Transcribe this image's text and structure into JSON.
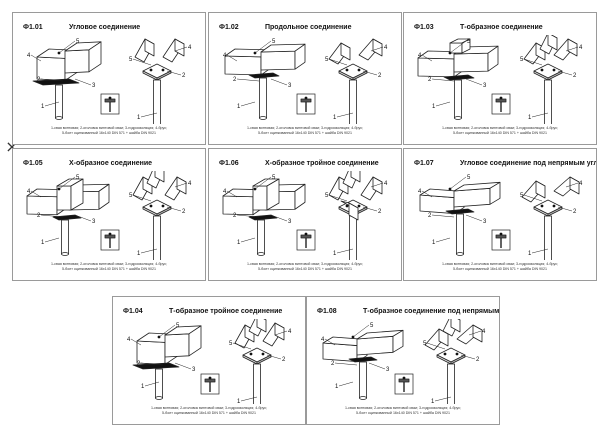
{
  "close_icon": "×",
  "caption": {
    "line1": "1-свая винтовая; 2-оголовок винтовой сваи; 3-гидроизоляция; 4-брус;",
    "line2": "5-болт оцинкованный 16х140 DIN 571 + шайба DIN 9021"
  },
  "cards": [
    {
      "code": "Ф1.01",
      "title": "Угловое соединение"
    },
    {
      "code": "Ф1.02",
      "title": "Продольное соединение"
    },
    {
      "code": "Ф1.03",
      "title": "Т-образное соединение"
    },
    {
      "code": "Ф1.05",
      "title": "Х-образное соединение"
    },
    {
      "code": "Ф1.06",
      "title": "Х-образное тройное соединение"
    },
    {
      "code": "Ф1.07",
      "title": "Угловое соединение под непрямым углом"
    },
    {
      "code": "Ф1.04",
      "title": "Т-образное тройное соединение"
    },
    {
      "code": "Ф1.08",
      "title": "Т-образное соединение под непрямым углом"
    }
  ],
  "callouts": [
    "1",
    "2",
    "3",
    "4",
    "5"
  ]
}
